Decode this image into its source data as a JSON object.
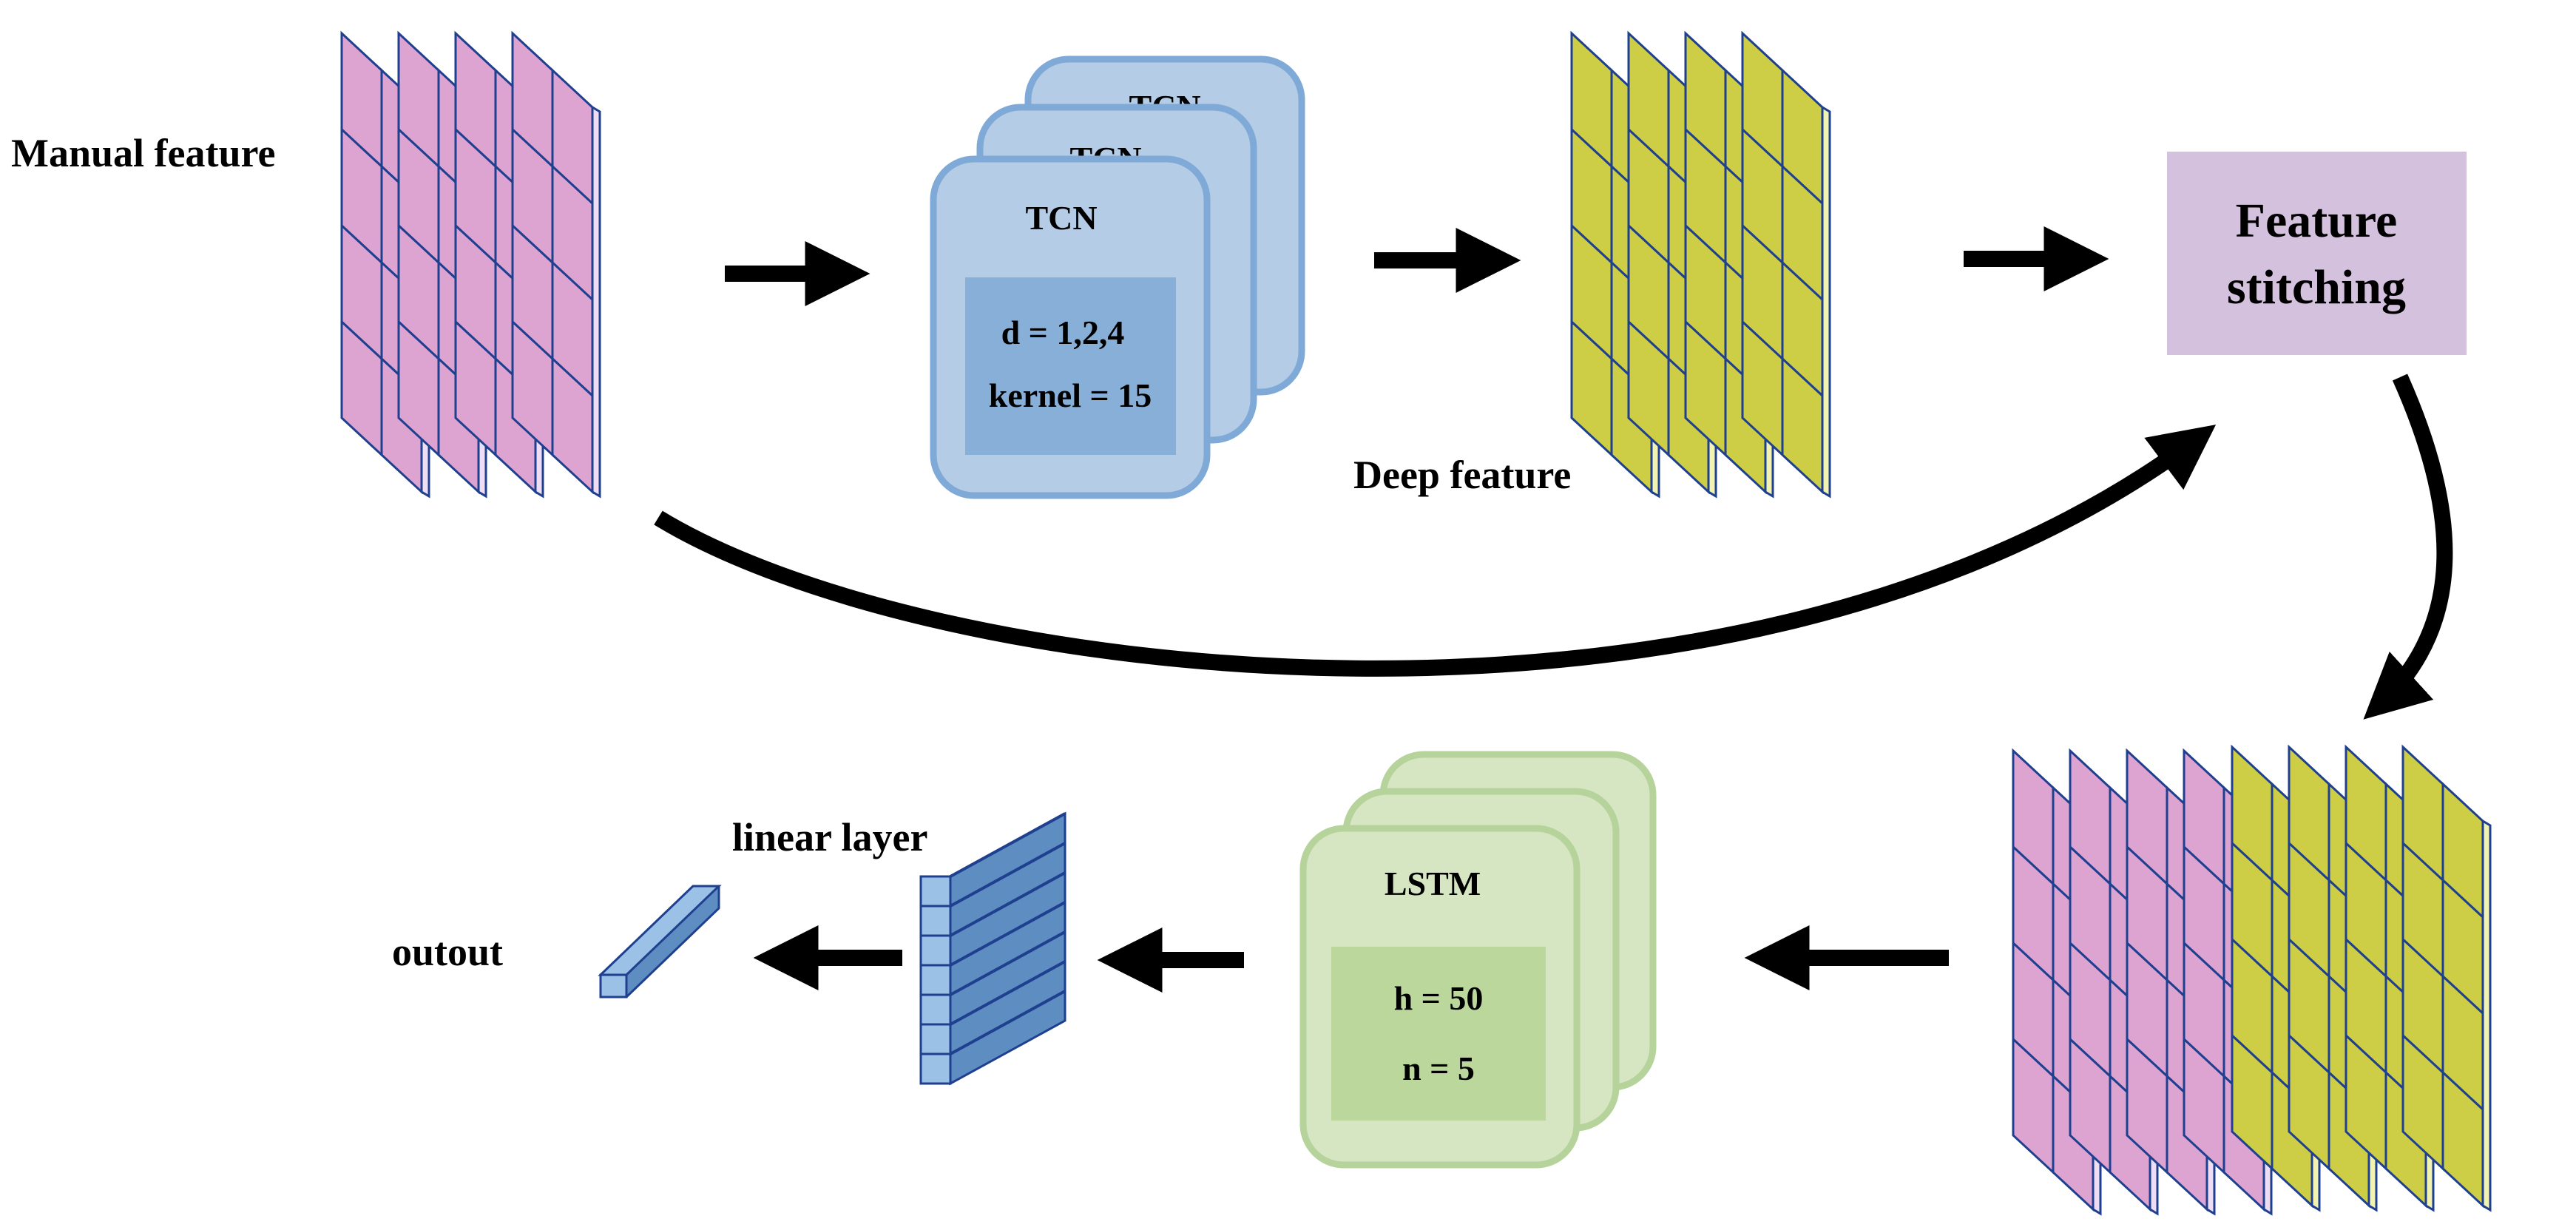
{
  "labels": {
    "manual_feature": "Manual feature",
    "deep_feature": "Deep feature",
    "linear_layer": "linear layer",
    "output": "outout"
  },
  "tcn": {
    "title": "TCN",
    "back_title_1": "TCN",
    "back_title_2": "TCN",
    "line1": "d = 1,2,4",
    "line2": "kernel = 15"
  },
  "stitch": {
    "line1": "Feature",
    "line2": "stitching"
  },
  "lstm": {
    "title": "LSTM",
    "line1": "h = 50",
    "line2": "n = 5"
  },
  "colors": {
    "manual": "#DDA4D2",
    "deep": "#CDCE45",
    "grid_stroke": "#1F3F8F",
    "deep_side": "#F2F3B0",
    "manual_side": "#EEDDF3",
    "tcn_fill": "#B4CCE6",
    "tcn_stroke": "#7FA9D6",
    "tcn_inner": "#87AFD8",
    "lstm_fill": "#D6E6C2",
    "lstm_stroke": "#B5D39A",
    "lstm_inner": "#BCD79C",
    "stitch_fill": "#D4C1DD",
    "linear_fill": "#5E8DC2",
    "linear_side": "#9BC1E6"
  }
}
